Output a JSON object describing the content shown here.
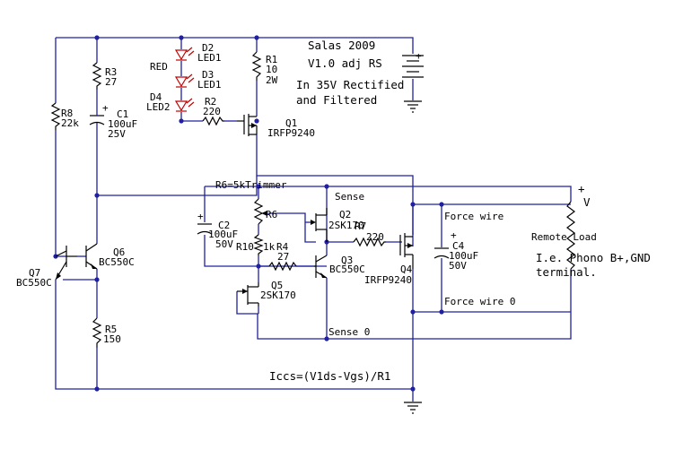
{
  "title": {
    "line1": "Salas 2009",
    "line2": "V1.0 adj RS",
    "line3": "In 35V Rectified",
    "line4": "and Filtered"
  },
  "nets": {
    "sense": "Sense",
    "sense0": "Sense 0",
    "force": "Force wire",
    "force0": "Force wire 0",
    "plus": "+",
    "v": "V"
  },
  "load": {
    "title": "Remote Load",
    "line1": "I.e. Phono B+,GND",
    "line2": "terminal."
  },
  "formula": "Iccs=(V1ds-Vgs)/R1",
  "trimmer_note": "R6=5kTrimmer",
  "components": {
    "R1": {
      "name": "R1",
      "v1": "10",
      "v2": "2W"
    },
    "R2": {
      "name": "R2",
      "v1": "220"
    },
    "R3": {
      "name": "R3",
      "v1": "27"
    },
    "R4": {
      "name": "R4",
      "v1": "27"
    },
    "R5": {
      "name": "R5",
      "v1": "150"
    },
    "R6": {
      "name": "R6"
    },
    "R7": {
      "name": "R7",
      "v1": "220"
    },
    "R8": {
      "name": "R8",
      "v1": "22k"
    },
    "R10": {
      "name": "R10",
      "v1": "1k"
    },
    "C1": {
      "name": "C1",
      "v1": "100uF",
      "v2": "25V",
      "pol": "+"
    },
    "C2": {
      "name": "C2",
      "v1": "100uF",
      "v2": "50V",
      "pol": "+"
    },
    "C4": {
      "name": "C4",
      "v1": "100uF",
      "v2": "50V",
      "pol": "+"
    },
    "D2": {
      "name": "D2",
      "v1": "LED1"
    },
    "D3": {
      "name": "D3",
      "v1": "LED1"
    },
    "D4": {
      "name": "D4",
      "v1": "LED2"
    },
    "RED": {
      "name": "RED"
    },
    "Q1": {
      "name": "Q1",
      "v1": "IRFP9240"
    },
    "Q2": {
      "name": "Q2",
      "v1": "2SK170"
    },
    "Q3": {
      "name": "Q3",
      "v1": "BC550C"
    },
    "Q4": {
      "name": "Q4",
      "v1": "IRFP9240"
    },
    "Q5": {
      "name": "Q5",
      "v1": "2SK170"
    },
    "Q6": {
      "name": "Q6",
      "v1": "BC550C"
    },
    "Q7": {
      "name": "Q7",
      "v1": "BC550C"
    },
    "BAT": {
      "pol": "+"
    }
  }
}
